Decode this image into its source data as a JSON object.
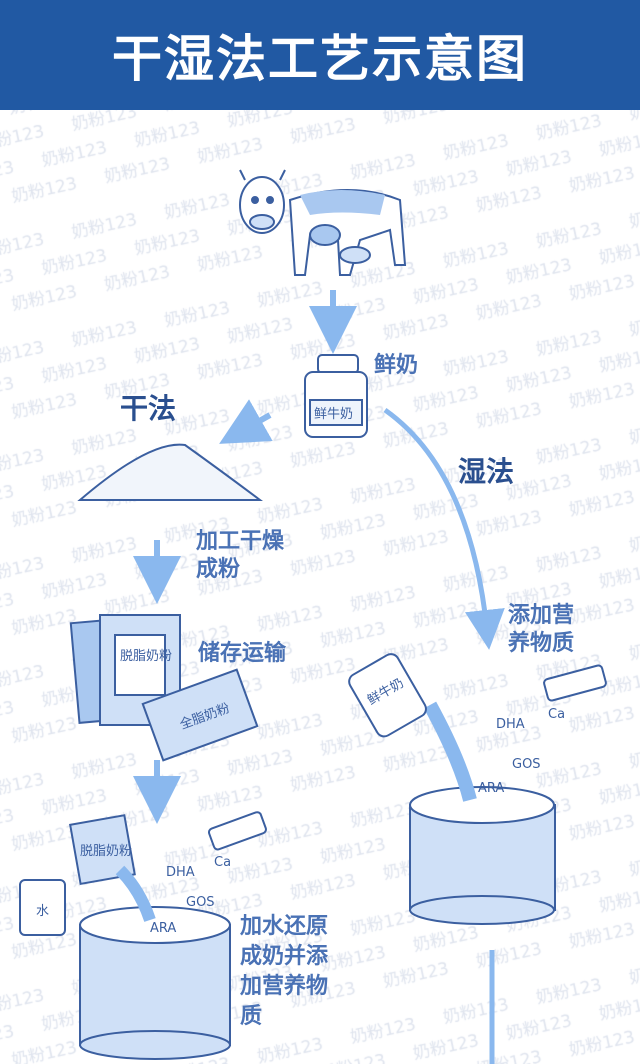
{
  "header": {
    "title": "干湿法工艺示意图"
  },
  "watermark": "奶粉123",
  "labels": {
    "fresh_milk": "鲜奶",
    "dry_method": "干法",
    "wet_method": "湿法",
    "dry_step1": [
      "加工干燥",
      "成粉"
    ],
    "dry_step2": "储存运输",
    "wet_step1": [
      "添加营",
      "养物质"
    ],
    "dry_step3": [
      "加水还原",
      "成奶并添",
      "加营养物",
      "质"
    ]
  },
  "illustration_text": {
    "bottle": "鲜牛奶",
    "skim_bag": "脱脂奶粉",
    "whole_bag": "全脂奶粉",
    "water": "水",
    "dha": "DHA",
    "gos": "GOS",
    "ara": "ARA",
    "ca": "Ca"
  },
  "colors": {
    "header": "#2159a3",
    "label": "#4a72b5",
    "arrow": "#8ab8ee",
    "line": "#3b5fa0",
    "fill": "#cfe0f7"
  }
}
